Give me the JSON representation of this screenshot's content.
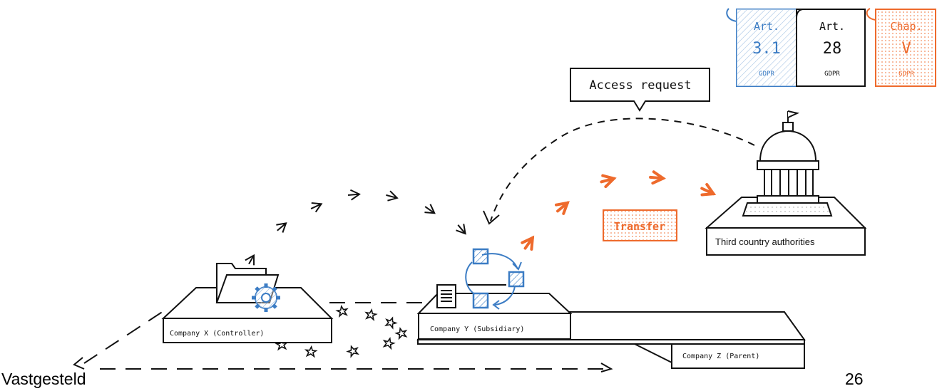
{
  "tags": {
    "art31": {
      "line1": "Art.",
      "line2": "3.1",
      "line3": "GDPR",
      "color": "#3b7cc4"
    },
    "art28": {
      "line1": "Art.",
      "line2": "28",
      "line3": "GDPR",
      "color": "#111111"
    },
    "chapv": {
      "line1": "Chap.",
      "line2": "V",
      "line3": "GDPR",
      "color": "#ee6a2c"
    }
  },
  "callout": {
    "access_request": "Access request"
  },
  "transfer_label": "Transfer",
  "platforms": {
    "company_x": "Company X (Controller)",
    "company_y": "Company Y (Subsidiary)",
    "company_z": "Company Z (Parent)",
    "third_country": "Third country authorities"
  },
  "footer": {
    "left": "Vastgesteld",
    "right": "26"
  },
  "colors": {
    "blue": "#3b7cc4",
    "orange": "#ee6a2c",
    "ink": "#111111"
  },
  "icons": [
    "folder-icon",
    "gear-icon",
    "document-icon",
    "cycle-network-icon",
    "government-building-icon",
    "eu-star-icon",
    "flag-icon"
  ]
}
